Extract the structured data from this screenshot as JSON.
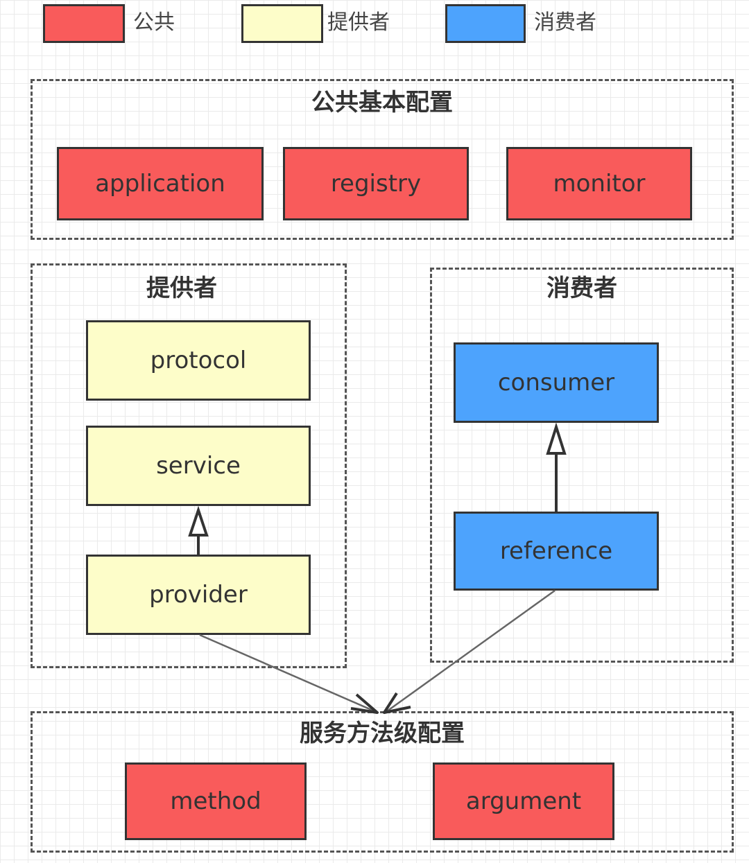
{
  "colors": {
    "public": "#f95b5b",
    "provider": "#fdfdc9",
    "consumer": "#4da3fd",
    "border": "#333333",
    "dashed_border": "#555555",
    "edge": "#666666"
  },
  "legend": {
    "public": "公共",
    "provider": "提供者",
    "consumer": "消费者"
  },
  "groups": {
    "public_basic": {
      "title": "公共基本配置",
      "nodes": {
        "application": "application",
        "registry": "registry",
        "monitor": "monitor"
      }
    },
    "provider": {
      "title": "提供者",
      "nodes": {
        "protocol": "protocol",
        "service": "service",
        "provider": "provider"
      }
    },
    "consumer": {
      "title": "消费者",
      "nodes": {
        "consumer": "consumer",
        "reference": "reference"
      }
    },
    "method_level": {
      "title": "服务方法级配置",
      "nodes": {
        "method": "method",
        "argument": "argument"
      }
    }
  },
  "edges": [
    {
      "from": "provider",
      "to": "service",
      "style": "hollow-triangle"
    },
    {
      "from": "reference",
      "to": "consumer",
      "style": "hollow-triangle"
    },
    {
      "from": "provider",
      "to": "method_level",
      "style": "open-arrow"
    },
    {
      "from": "reference",
      "to": "method_level",
      "style": "open-arrow"
    }
  ]
}
